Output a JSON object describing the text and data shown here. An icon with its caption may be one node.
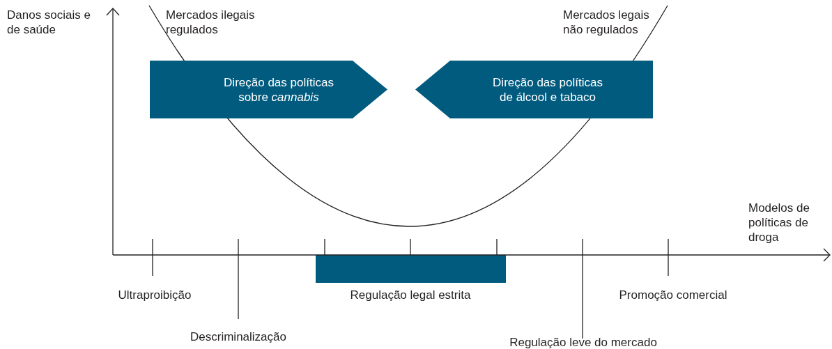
{
  "diagram": {
    "nodes": [
      {
        "text": [
          "Direção das políticas sobre *cannabis*"
        ]
      },
      {
        "text": [
          "Direção das políticas de álcool e tabaco"
        ]
      }
    ],
    "labels": [
      "Danos sociais e de saúde",
      "Mercados ilegais regulados",
      "Mercados legais não regulados",
      "Modelos de políticas de droga",
      "Ultraproibição",
      "Descriminalização",
      "Regulação legal estrita",
      "Regulação leve do mercado",
      "Promoção comercial"
    ]
  }
}
